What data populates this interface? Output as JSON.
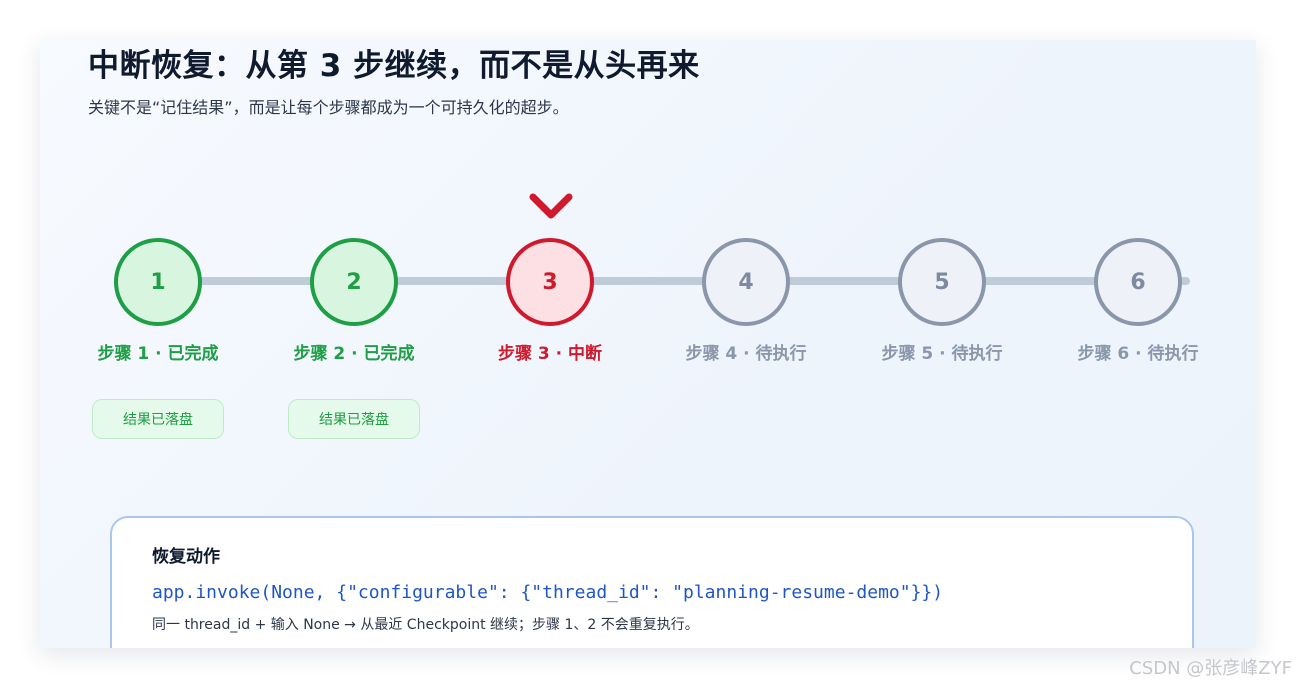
{
  "header": {
    "title": "中断恢复：从第 3 步继续，而不是从头再来",
    "subtitle": "关键不是“记住结果”，而是让每个步骤都成为一个可持久化的超步。"
  },
  "colors": {
    "done": "#1e9e45",
    "interrupted": "#d1192e",
    "pending": "#8a97ab",
    "code": "#1f56c7"
  },
  "steps": [
    {
      "number": "1",
      "label": "步骤 1 · 已完成",
      "status": "done",
      "badge": "结果已落盘"
    },
    {
      "number": "2",
      "label": "步骤 2 · 已完成",
      "status": "done",
      "badge": "结果已落盘"
    },
    {
      "number": "3",
      "label": "步骤 3 · 中断",
      "status": "interrupted"
    },
    {
      "number": "4",
      "label": "步骤 4 · 待执行",
      "status": "pending"
    },
    {
      "number": "5",
      "label": "步骤 5 · 待执行",
      "status": "pending"
    },
    {
      "number": "6",
      "label": "步骤 6 · 待执行",
      "status": "pending"
    }
  ],
  "marker": {
    "icon": "chevron-down-icon",
    "target_step": "3"
  },
  "recovery": {
    "title": "恢复动作",
    "code": "app.invoke(None, {\"configurable\": {\"thread_id\": \"planning-resume-demo\"}})",
    "note": "同一 thread_id + 输入 None → 从最近 Checkpoint 继续；步骤 1、2 不会重复执行。"
  },
  "watermark": "CSDN @张彦峰ZYF"
}
